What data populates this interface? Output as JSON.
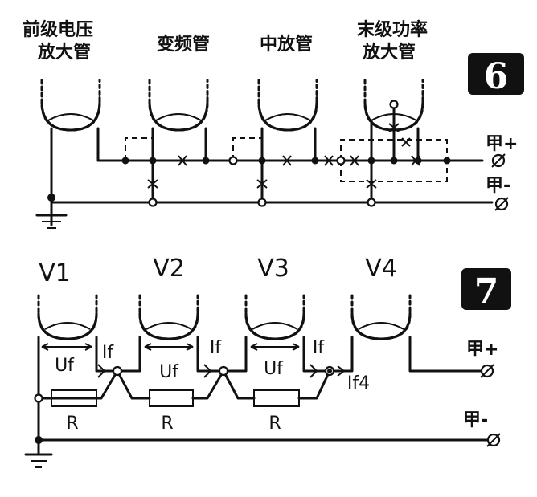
{
  "fig6": {
    "badge": "6",
    "tubes": [
      {
        "line1": "前级电压",
        "line2": "放大管"
      },
      {
        "line1": "变频管",
        "line2": ""
      },
      {
        "line1": "中放管",
        "line2": ""
      },
      {
        "line1": "末级功率",
        "line2": "放大管"
      }
    ],
    "terminal_plus": "甲+",
    "terminal_minus": "甲-"
  },
  "fig7": {
    "badge": "7",
    "tubes": [
      "V1",
      "V2",
      "V3",
      "V4"
    ],
    "uf": [
      "Uf",
      "Uf",
      "Uf"
    ],
    "if": [
      "If",
      "If",
      "If"
    ],
    "if4": "If4",
    "resistors": [
      "R",
      "R",
      "R"
    ],
    "terminal_plus": "甲+",
    "terminal_minus": "甲-"
  }
}
